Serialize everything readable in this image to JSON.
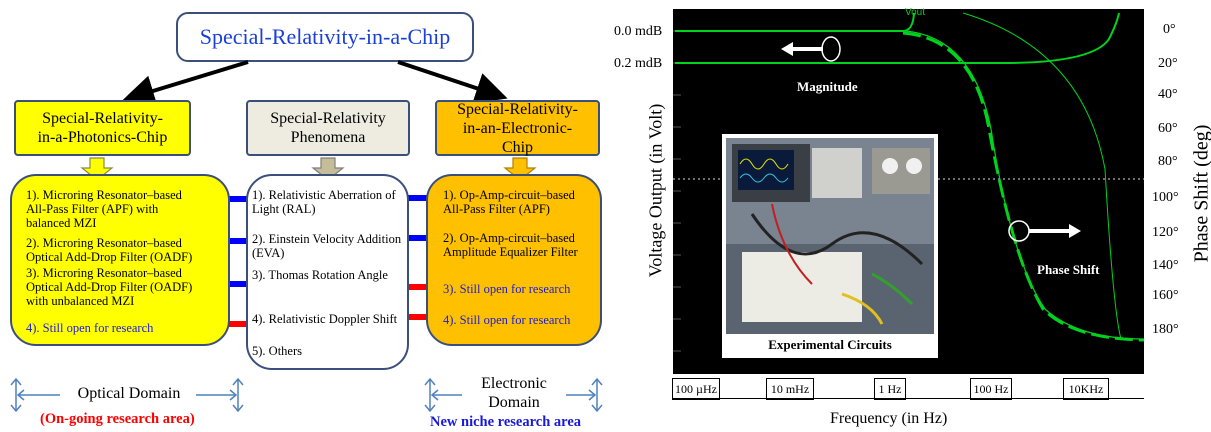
{
  "diagram": {
    "title": "Special-Relativity-in-a-Chip",
    "photonics_header": "Special-Relativity-in-a-Photonics-Chip",
    "phenomena_header": "Special-Relativity Phenomena",
    "electronic_header": "Special-Relativity-in-an-Electronic-Chip",
    "photonics_items": [
      "1).  Microring Resonator–based All-Pass Filter (APF) with balanced MZI",
      "2).  Microring Resonator–based Optical Add-Drop Filter (OADF)",
      "3).  Microring Resonator–based Optical Add-Drop Filter (OADF) with unbalanced MZI",
      "4).  Still open for research"
    ],
    "phenomena_items": [
      "1).  Relativistic Aberration of Light (RAL)",
      "2).  Einstein Velocity Addition (EVA)",
      "3).  Thomas Rotation Angle",
      "4).  Relativistic Doppler Shift",
      "5).  Others"
    ],
    "electronic_items": [
      "1).  Op-Amp-circuit–based All-Pass Filter (APF)",
      "2).  Op-Amp-circuit–based Amplitude Equalizer Filter",
      "3).  Still open for research",
      "4).  Still open for research"
    ],
    "optical_domain": "Optical Domain",
    "optical_status": "(On-going  research area)",
    "electronic_domain": "Electronic Domain",
    "electronic_status": "New niche research area"
  },
  "plot": {
    "mag_labels": [
      "0.0 mdB",
      "0.2 mdB"
    ],
    "magnitude_label": "Magnitude",
    "phase_label": "Phase Shift",
    "photo_caption": "Experimental Circuits",
    "y_left_title": "Voltage Output (in Volt)",
    "y_right_title": "Phase Shift (deg)",
    "x_title": "Frequency (in Hz)",
    "trace_label": "Vout",
    "phase_ticks": [
      "0°",
      "20°",
      "40°",
      "60°",
      "80°",
      "100°",
      "120°",
      "140°",
      "160°",
      "180°"
    ],
    "freq_ticks": [
      "100 µHz",
      "10 mHz",
      "1 Hz",
      "100 Hz",
      "10KHz"
    ],
    "colors": {
      "trace": "#00d21e",
      "background": "#000000"
    }
  }
}
